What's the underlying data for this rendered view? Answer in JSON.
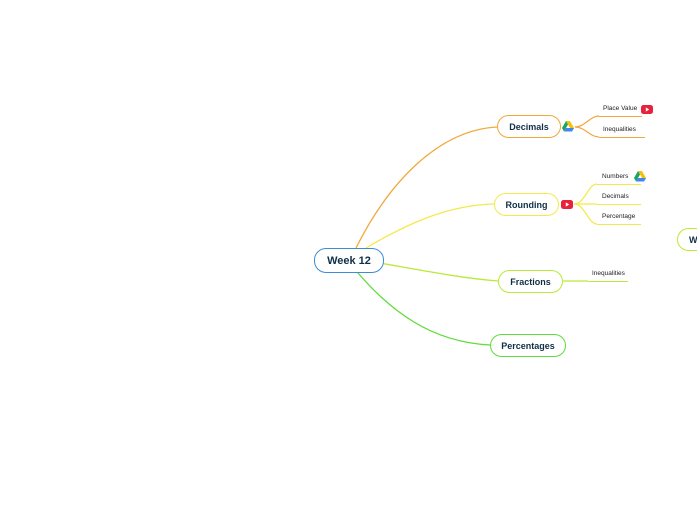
{
  "mindmap": {
    "root": {
      "label": "Week 12"
    },
    "branches": [
      {
        "label": "Decimals",
        "color": "#f2a73b",
        "icon": "google-drive-icon",
        "children": [
          {
            "label": "Place Value",
            "icon": "youtube-icon"
          },
          {
            "label": "Inequalities"
          }
        ]
      },
      {
        "label": "Rounding",
        "color": "#f3ea4a",
        "icon": "youtube-icon",
        "children": [
          {
            "label": "Numbers",
            "icon": "google-drive-icon"
          },
          {
            "label": "Decimals"
          },
          {
            "label": "Percentage"
          }
        ]
      },
      {
        "label": "Fractions",
        "color": "#b8ea3a",
        "children": [
          {
            "label": "Inequalities"
          }
        ]
      },
      {
        "label": "Percentages",
        "color": "#5fdc3a",
        "children": []
      },
      {
        "label": "W",
        "color": "#b8ea3a",
        "children": []
      }
    ]
  }
}
